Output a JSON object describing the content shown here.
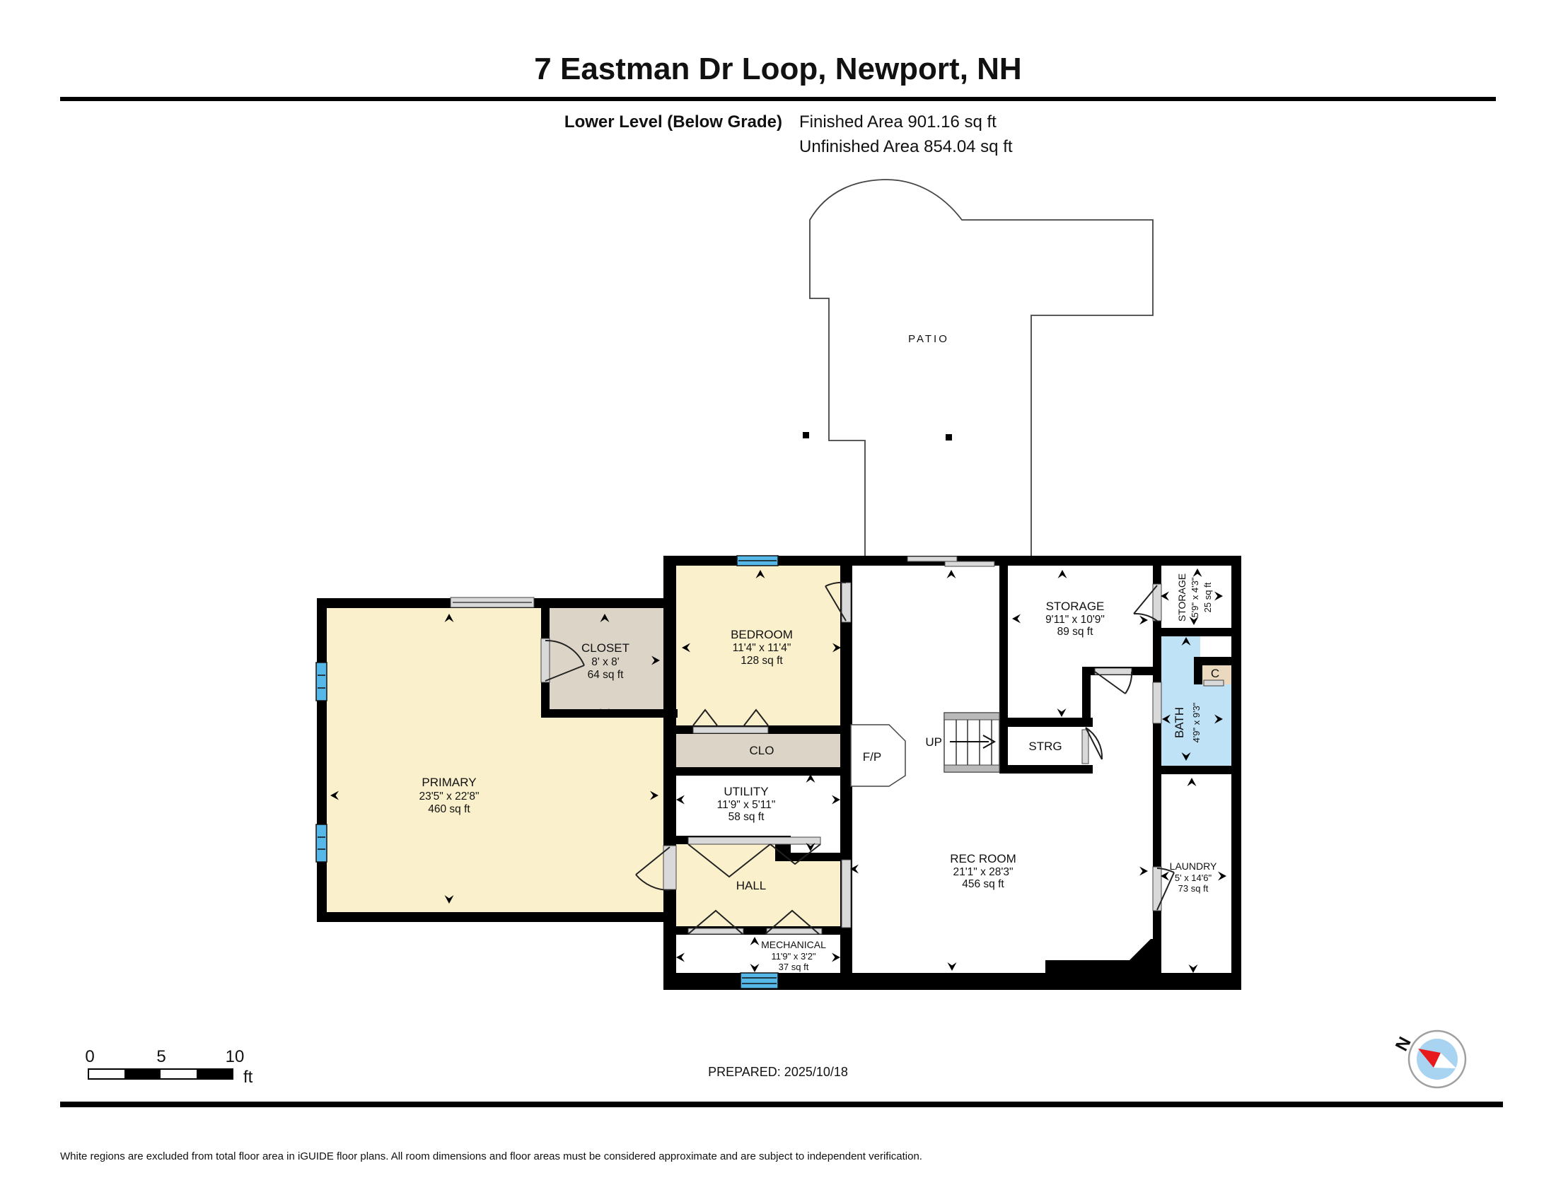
{
  "header": {
    "title": "7 Eastman Dr Loop, Newport, NH",
    "level_label": "Lower Level (Below Grade)",
    "finished": "Finished Area 901.16 sq ft",
    "unfinished": "Unfinished Area 854.04 sq ft"
  },
  "plan": {
    "patio_label": "PATIO",
    "rooms": {
      "primary": {
        "name": "PRIMARY",
        "dims": "23'5\" x 22'8\"",
        "area": "460 sq ft"
      },
      "closet": {
        "name": "CLOSET",
        "dims": "8' x 8'",
        "area": "64 sq ft"
      },
      "bedroom": {
        "name": "BEDROOM",
        "dims": "11'4\" x 11'4\"",
        "area": "128 sq ft"
      },
      "clo": {
        "name": "CLO"
      },
      "fp": {
        "name": "F/P"
      },
      "up": {
        "name": "UP"
      },
      "strg": {
        "name": "STRG"
      },
      "storage": {
        "name": "STORAGE",
        "dims": "9'11\" x 10'9\"",
        "area": "89 sq ft"
      },
      "storage2": {
        "name": "STORAGE",
        "dims": "5'9\" x 4'3\"",
        "area": "25 sq ft"
      },
      "c": {
        "name": "C"
      },
      "bath": {
        "name": "BATH",
        "dims": "4'9\" x 9'3\""
      },
      "utility": {
        "name": "UTILITY",
        "dims": "11'9\" x 5'11\"",
        "area": "58 sq ft"
      },
      "hall": {
        "name": "HALL"
      },
      "mechanical": {
        "name": "MECHANICAL",
        "dims": "11'9\" x 3'2\"",
        "area": "37 sq ft"
      },
      "rec": {
        "name": "REC ROOM",
        "dims": "21'1\" x 28'3\"",
        "area": "456 sq ft"
      },
      "laundry": {
        "name": "LAUNDRY",
        "dims": "5' x 14'6\"",
        "area": "73 sq ft"
      }
    }
  },
  "scale_bar": {
    "tick0": "0",
    "tick5": "5",
    "tick10": "10",
    "unit": "ft"
  },
  "prepared": "PREPARED: 2025/10/18",
  "compass": {
    "north": "N"
  },
  "footer": "White regions are excluded from total floor area in iGUIDE floor plans. All room dimensions and floor areas must be considered approximate and are subject to independent verification.",
  "colors": {
    "wall": "#000000",
    "room_cream": "#FAF0CB",
    "room_tan": "#DCD5C7",
    "closet_tan": "#EAD9BE",
    "bath_blue": "#BFE2F6",
    "window_blue": "#55B8E9",
    "opening_gray": "#D9D9D9",
    "stair_gray": "#B9B9B9",
    "compass_blue": "#A9D4F1",
    "compass_red": "#E8191C"
  }
}
